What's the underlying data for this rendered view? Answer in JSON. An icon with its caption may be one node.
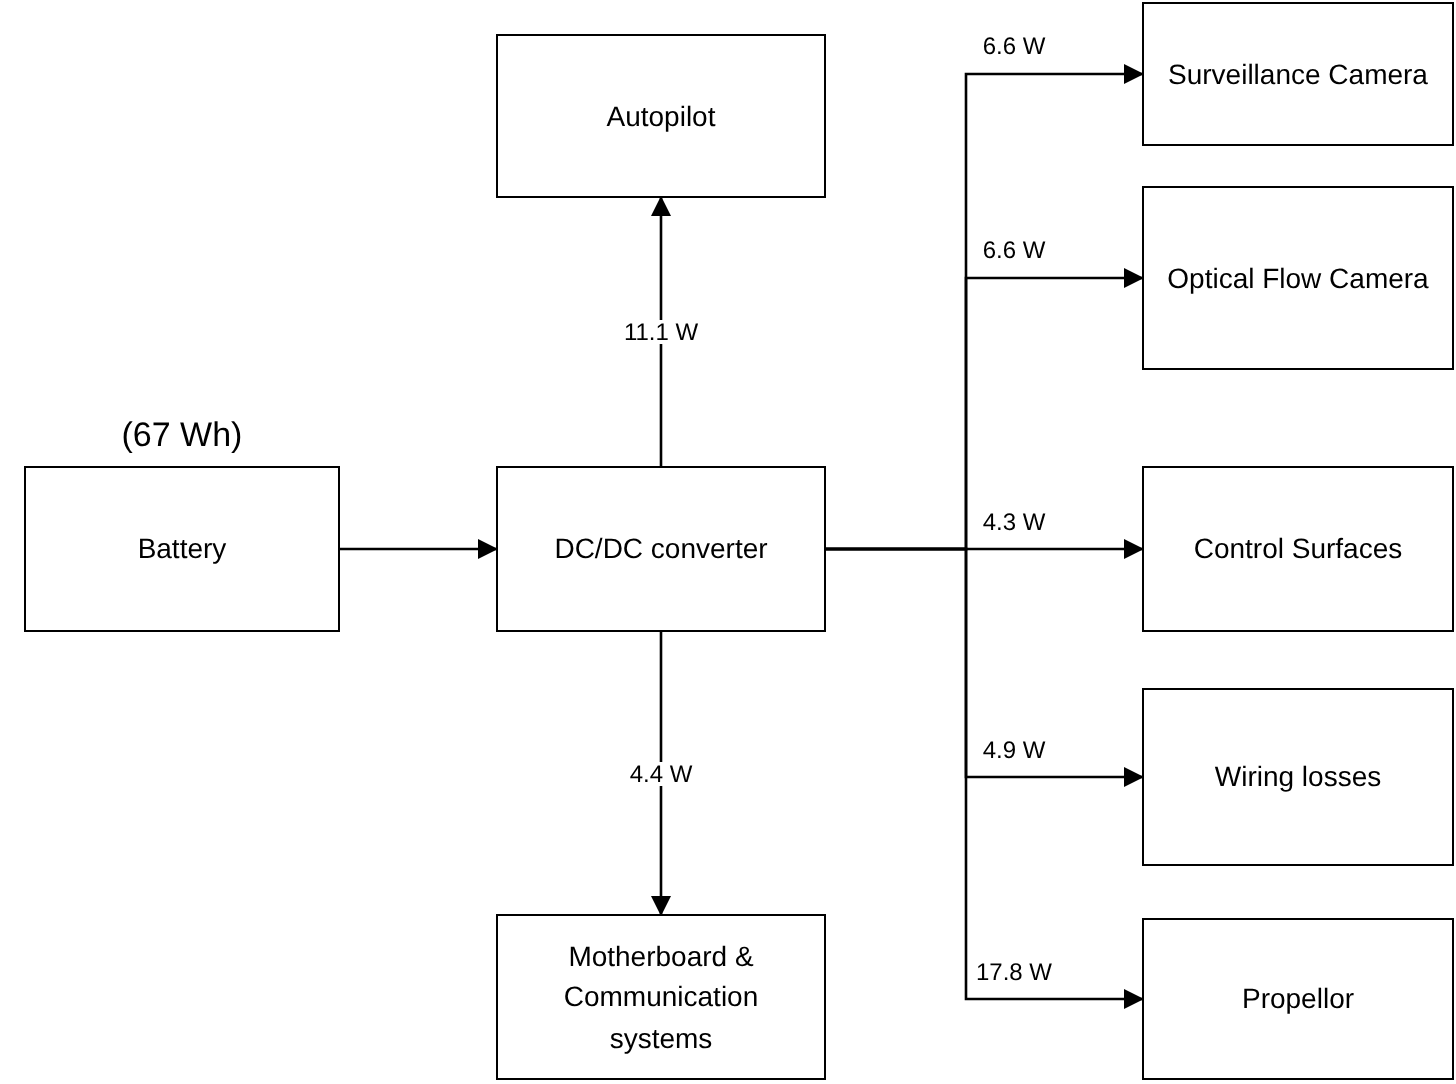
{
  "diagram": {
    "nodes": [
      {
        "text": [
          "Battery"
        ],
        "beside": [
          "(67 Wh)"
        ]
      },
      {
        "text": [
          "DC/DC converter"
        ]
      },
      {
        "text": [
          "Autopilot"
        ]
      },
      {
        "text": [
          "Motherboard & Communication systems"
        ]
      },
      {
        "text": [
          "Surveillance Camera"
        ]
      },
      {
        "text": [
          "Optical Flow Camera"
        ]
      },
      {
        "text": [
          "Control Surfaces"
        ]
      },
      {
        "text": [
          "Wiring losses"
        ]
      },
      {
        "text": [
          "Propellor"
        ]
      }
    ],
    "edges": [
      {
        "from": 0,
        "to": 1,
        "arrow": "to"
      },
      {
        "from": 1,
        "to": 2,
        "arrow": "to",
        "label": "11.1 W"
      },
      {
        "from": 1,
        "to": 3,
        "arrow": "to",
        "label": "4.4 W"
      },
      {
        "from": 1,
        "to": 4,
        "arrow": "to",
        "label": "6.6 W"
      },
      {
        "from": 1,
        "to": 5,
        "arrow": "to",
        "label": "6.6 W"
      },
      {
        "from": 1,
        "to": 6,
        "arrow": "to",
        "label": "4.3 W"
      },
      {
        "from": 1,
        "to": 7,
        "arrow": "to",
        "label": "4.9 W"
      },
      {
        "from": 1,
        "to": 8,
        "arrow": "to",
        "label": "17.8 W"
      }
    ]
  }
}
